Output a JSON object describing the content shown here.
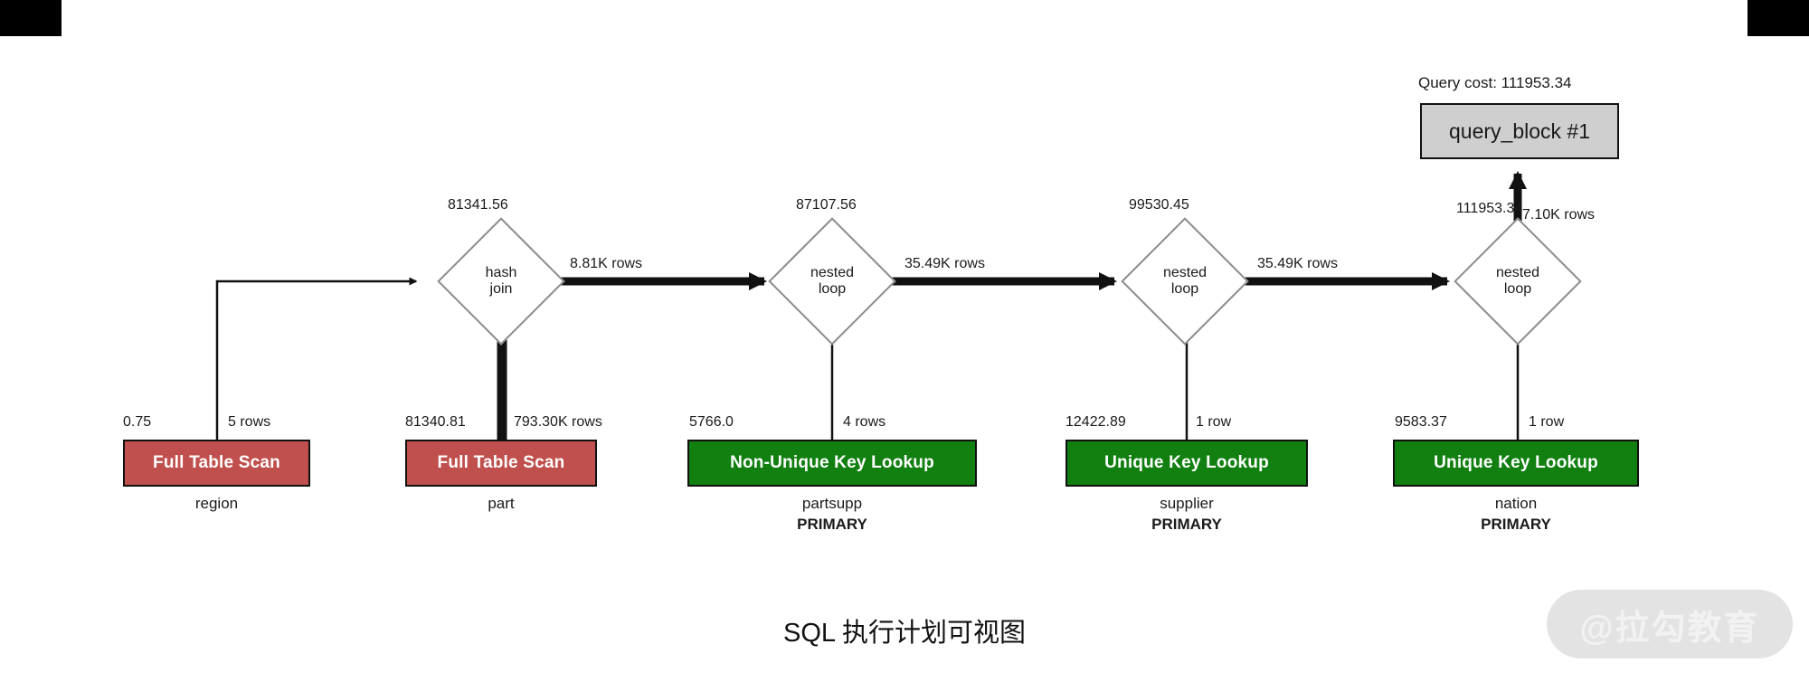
{
  "figure": {
    "caption": "SQL 执行计划可视图",
    "watermark": "@拉勾教育"
  },
  "query_block": {
    "cost_label": "Query cost: 111953.34",
    "label": "query_block #1"
  },
  "colors": {
    "full_table_scan": "#c0504d",
    "key_lookup": "#118011",
    "query_block": "#cfcfcf",
    "diamond_stroke": "#8c8c8c",
    "edge": "#111111"
  },
  "chart_data": {
    "type": "diagram",
    "title": "SQL 执行计划可视图",
    "nodes": [
      {
        "id": "region",
        "kind": "table-access",
        "operation": "Full Table Scan",
        "table": "region",
        "index": "",
        "color": "#c0504d",
        "cost": "0.75",
        "rows": "5 rows"
      },
      {
        "id": "part",
        "kind": "table-access",
        "operation": "Full Table Scan",
        "table": "part",
        "index": "",
        "color": "#c0504d",
        "cost": "81340.81",
        "rows": "793.30K rows"
      },
      {
        "id": "partsupp",
        "kind": "table-access",
        "operation": "Non-Unique Key Lookup",
        "table": "partsupp",
        "index": "PRIMARY",
        "color": "#118011",
        "cost": "5766.0",
        "rows": "4 rows"
      },
      {
        "id": "supplier",
        "kind": "table-access",
        "operation": "Unique Key Lookup",
        "table": "supplier",
        "index": "PRIMARY",
        "color": "#118011",
        "cost": "12422.89",
        "rows": "1 row"
      },
      {
        "id": "nation",
        "kind": "table-access",
        "operation": "Unique Key Lookup",
        "table": "nation",
        "index": "PRIMARY",
        "color": "#118011",
        "cost": "9583.37",
        "rows": "1 row"
      },
      {
        "id": "hash_join",
        "kind": "join",
        "line1": "hash",
        "line2": "join",
        "cost": "81341.56",
        "out_rows": "8.81K rows"
      },
      {
        "id": "nested_loop_1",
        "kind": "join",
        "line1": "nested",
        "line2": "loop",
        "cost": "87107.56",
        "out_rows": "35.49K rows"
      },
      {
        "id": "nested_loop_2",
        "kind": "join",
        "line1": "nested",
        "line2": "loop",
        "cost": "99530.45",
        "out_rows": "35.49K rows"
      },
      {
        "id": "nested_loop_3",
        "kind": "join",
        "line1": "nested",
        "line2": "loop",
        "cost": "111953.34",
        "out_rows": "7.10K rows"
      }
    ],
    "edges": [
      {
        "from": "region",
        "to": "hash_join",
        "label": "5 rows",
        "weight": "thin"
      },
      {
        "from": "part",
        "to": "hash_join",
        "label": "793.30K rows",
        "weight": "thick"
      },
      {
        "from": "hash_join",
        "to": "nested_loop_1",
        "label": "8.81K rows",
        "weight": "thick"
      },
      {
        "from": "partsupp",
        "to": "nested_loop_1",
        "label": "4 rows",
        "weight": "thin"
      },
      {
        "from": "nested_loop_1",
        "to": "nested_loop_2",
        "label": "35.49K rows",
        "weight": "thick"
      },
      {
        "from": "supplier",
        "to": "nested_loop_2",
        "label": "1 row",
        "weight": "thin"
      },
      {
        "from": "nested_loop_2",
        "to": "nested_loop_3",
        "label": "35.49K rows",
        "weight": "thick"
      },
      {
        "from": "nation",
        "to": "nested_loop_3",
        "label": "1 row",
        "weight": "thin"
      },
      {
        "from": "nested_loop_3",
        "to": "query_block",
        "label": "7.10K rows",
        "weight": "thick"
      }
    ]
  }
}
